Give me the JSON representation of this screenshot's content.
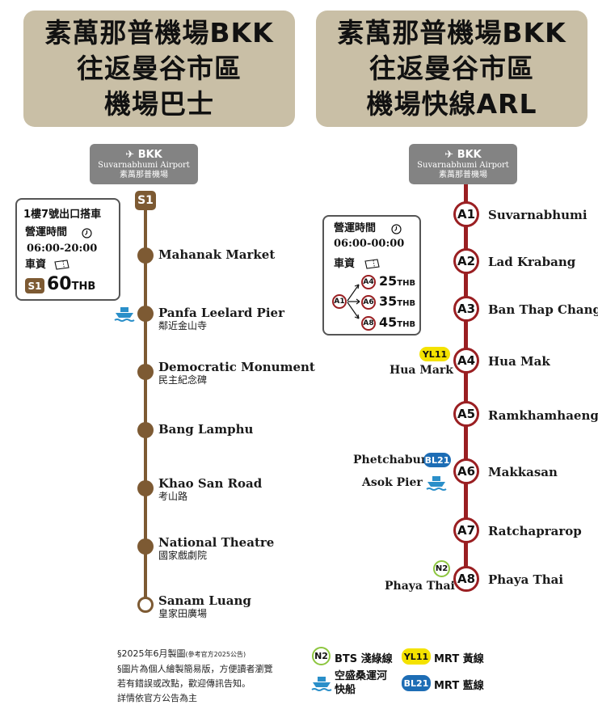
{
  "left_panel": {
    "title_lines": [
      "素萬那普機場BKK",
      "往返曼谷市區",
      "機場巴士"
    ],
    "airport": {
      "code": "BKK",
      "name_en": "Suvarnabhumi Airport",
      "name_zh": "素萬那普機場"
    },
    "route_tag": "S1",
    "info": {
      "pickup": "1樓7號出口搭車",
      "hours_label": "營運時間",
      "hours": "06:00-20:00",
      "fare_label": "車資",
      "fare_route": "S1",
      "fare_amount": "60",
      "fare_unit": "THB"
    },
    "stops": [
      {
        "en": "Mahanak Market",
        "zh": ""
      },
      {
        "en": "Panfa Leelard Pier",
        "zh": "鄰近金山寺"
      },
      {
        "en": "Democratic Monument",
        "zh": "民主紀念碑"
      },
      {
        "en": "Bang Lamphu",
        "zh": ""
      },
      {
        "en": "Khao San Road",
        "zh": "考山路"
      },
      {
        "en": "National Theatre",
        "zh": "國家戲劇院"
      },
      {
        "en": "Sanam Luang",
        "zh": "皇家田廣場"
      }
    ]
  },
  "right_panel": {
    "title_lines": [
      "素萬那普機場BKK",
      "往返曼谷市區",
      "機場快線ARL"
    ],
    "airport": {
      "code": "BKK",
      "name_en": "Suvarnabhumi Airport",
      "name_zh": "素萬那普機場"
    },
    "info": {
      "hours_label": "營運時間",
      "hours": "06:00-00:00",
      "fare_label": "車資",
      "origin": "A1",
      "fares": [
        {
          "dest": "A4",
          "amount": "25",
          "unit": "THB"
        },
        {
          "dest": "A6",
          "amount": "35",
          "unit": "THB"
        },
        {
          "dest": "A8",
          "amount": "45",
          "unit": "THB"
        }
      ]
    },
    "stations": [
      {
        "code": "A1",
        "name": "Suvarnabhumi"
      },
      {
        "code": "A2",
        "name": "Lad Krabang"
      },
      {
        "code": "A3",
        "name": "Ban Thap Chang"
      },
      {
        "code": "A4",
        "name": "Hua Mak"
      },
      {
        "code": "A5",
        "name": "Ramkhamhaeng"
      },
      {
        "code": "A6",
        "name": "Makkasan"
      },
      {
        "code": "A7",
        "name": "Ratchaprarop"
      },
      {
        "code": "A8",
        "name": "Phaya Thai"
      }
    ],
    "transfers": {
      "a4": {
        "badge": "YL11",
        "name": "Hua Mark"
      },
      "a6": {
        "badge": "BL21",
        "name": "Phetchaburi",
        "pier": "Asok Pier"
      },
      "a8": {
        "badge": "N2",
        "name": "Phaya Thai"
      }
    }
  },
  "notes": {
    "line1": "§2025年6月製圖",
    "line1_small": "(參考官方2025公告)",
    "line2": "§圖片為個人繪製簡易版，方便讀者瀏覽",
    "line3": "若有錯誤或改點，歡迎傳訊告知。",
    "line4": "詳情依官方公告為主"
  },
  "legend": {
    "bts_badge": "N2",
    "bts_label": "BTS 淺綠線",
    "mrt_yl_badge": "YL11",
    "mrt_yl_label": "MRT 黃線",
    "boat_label_1": "空盛桑運河",
    "boat_label_2": "快船",
    "mrt_bl_badge": "BL21",
    "mrt_bl_label": "MRT 藍線"
  },
  "colors": {
    "title_bg": "#c9bfa6",
    "bus_line": "#7d5a33",
    "arl_line": "#9a1f22",
    "yellow_line": "#f4e200",
    "blue_line": "#1d6db5",
    "green_line": "#8dc63f",
    "airport_box": "#838383"
  },
  "icons": [
    "plane-icon",
    "clock-icon",
    "ticket-icon",
    "boat-icon",
    "arrow-icon"
  ]
}
